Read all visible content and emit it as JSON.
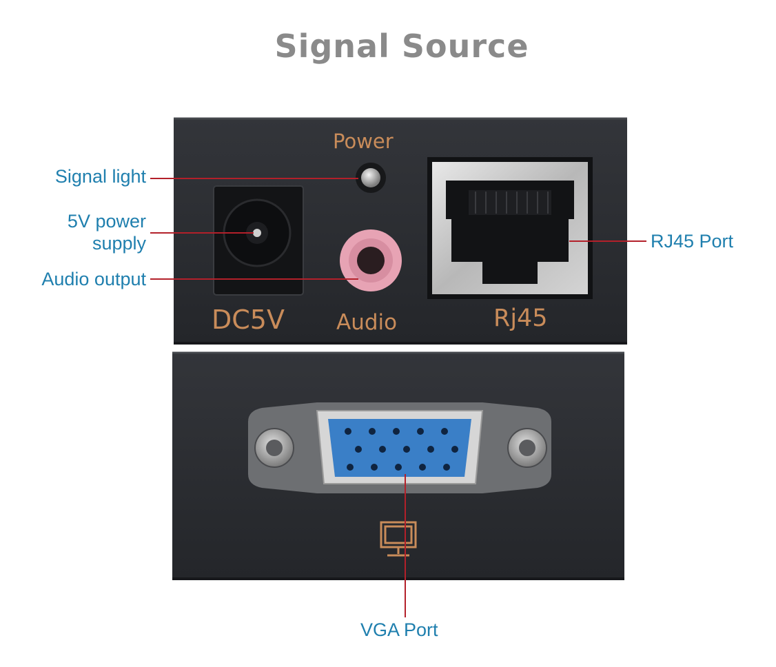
{
  "title": "Signal Source",
  "panel_labels": {
    "power": "Power",
    "dc": "DC5V",
    "audio": "Audio",
    "rj45": "Rj45"
  },
  "callouts": {
    "signal_light": "Signal light",
    "power_supply_line1": "5V power",
    "power_supply_line2": "supply",
    "audio_output": "Audio output",
    "rj45_port": "RJ45 Port",
    "vga_port": "VGA Port"
  },
  "colors": {
    "callout_text": "#1f7fae",
    "leader_line": "#b3202a",
    "panel_label": "#c98c5a",
    "device_body": "#2b2d31",
    "vga_blue": "#3a7fc7",
    "audio_pink": "#e7a3b4",
    "title_gray": "#8a8a8a"
  },
  "icons": [
    "vga-monitor-icon"
  ]
}
